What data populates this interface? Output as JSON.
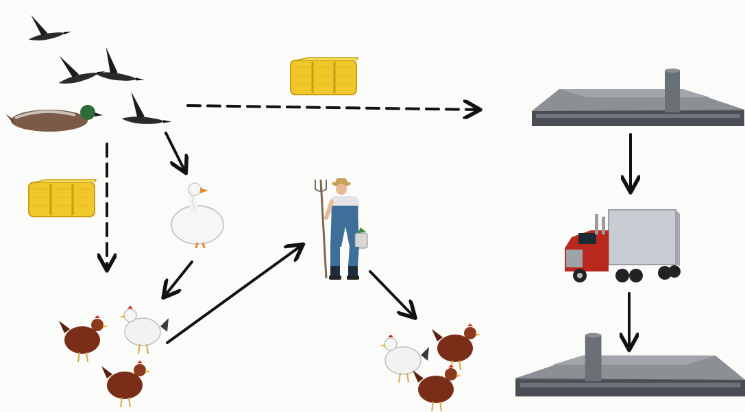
{
  "diagram": {
    "nodes": [
      {
        "id": "wild-birds",
        "icon": "wild-birds-icon"
      },
      {
        "id": "hay-top",
        "icon": "hay-bale-icon"
      },
      {
        "id": "hay-left",
        "icon": "hay-bale-icon"
      },
      {
        "id": "goose",
        "icon": "white-goose-icon"
      },
      {
        "id": "backyard-chickens",
        "icon": "chicken-flock-icon"
      },
      {
        "id": "farmer",
        "icon": "farmer-icon"
      },
      {
        "id": "farm-chickens",
        "icon": "chicken-flock-icon"
      },
      {
        "id": "poultry-house-top",
        "icon": "poultry-barn-icon"
      },
      {
        "id": "truck",
        "icon": "semi-truck-icon"
      },
      {
        "id": "poultry-house-bottom",
        "icon": "poultry-barn-icon"
      }
    ],
    "edges": [
      {
        "from": "wild-birds",
        "to": "poultry-house-top",
        "style": "dashed"
      },
      {
        "from": "wild-birds",
        "to": "backyard-chickens",
        "style": "dashed"
      },
      {
        "from": "wild-birds",
        "to": "goose",
        "style": "solid"
      },
      {
        "from": "goose",
        "to": "backyard-chickens",
        "style": "solid"
      },
      {
        "from": "backyard-chickens",
        "to": "farmer",
        "style": "solid"
      },
      {
        "from": "farmer",
        "to": "farm-chickens",
        "style": "solid"
      },
      {
        "from": "poultry-house-top",
        "to": "truck",
        "style": "solid"
      },
      {
        "from": "truck",
        "to": "poultry-house-bottom",
        "style": "solid"
      }
    ]
  },
  "colors": {
    "background": "#fbfbf9",
    "arrow": "#111111",
    "hay": "#f1c82a",
    "barn_roof": "#8c8f94",
    "barn_wall": "#5b5f65",
    "truck_cab": "#b8281f",
    "trailer": "#c9ccd2",
    "chicken_brown": "#7a2d17",
    "chicken_white": "#f2f2f2",
    "overalls": "#3d6f9a"
  }
}
